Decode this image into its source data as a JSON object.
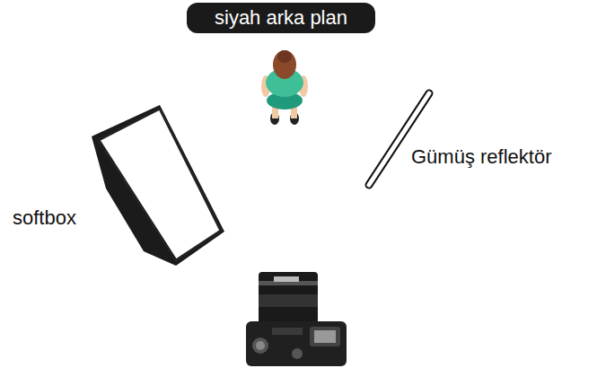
{
  "diagram": {
    "nodes": [
      {
        "text": [
          "siyah arka plan"
        ]
      }
    ],
    "labels": [
      "softbox",
      "Gümüş reflektör"
    ]
  }
}
